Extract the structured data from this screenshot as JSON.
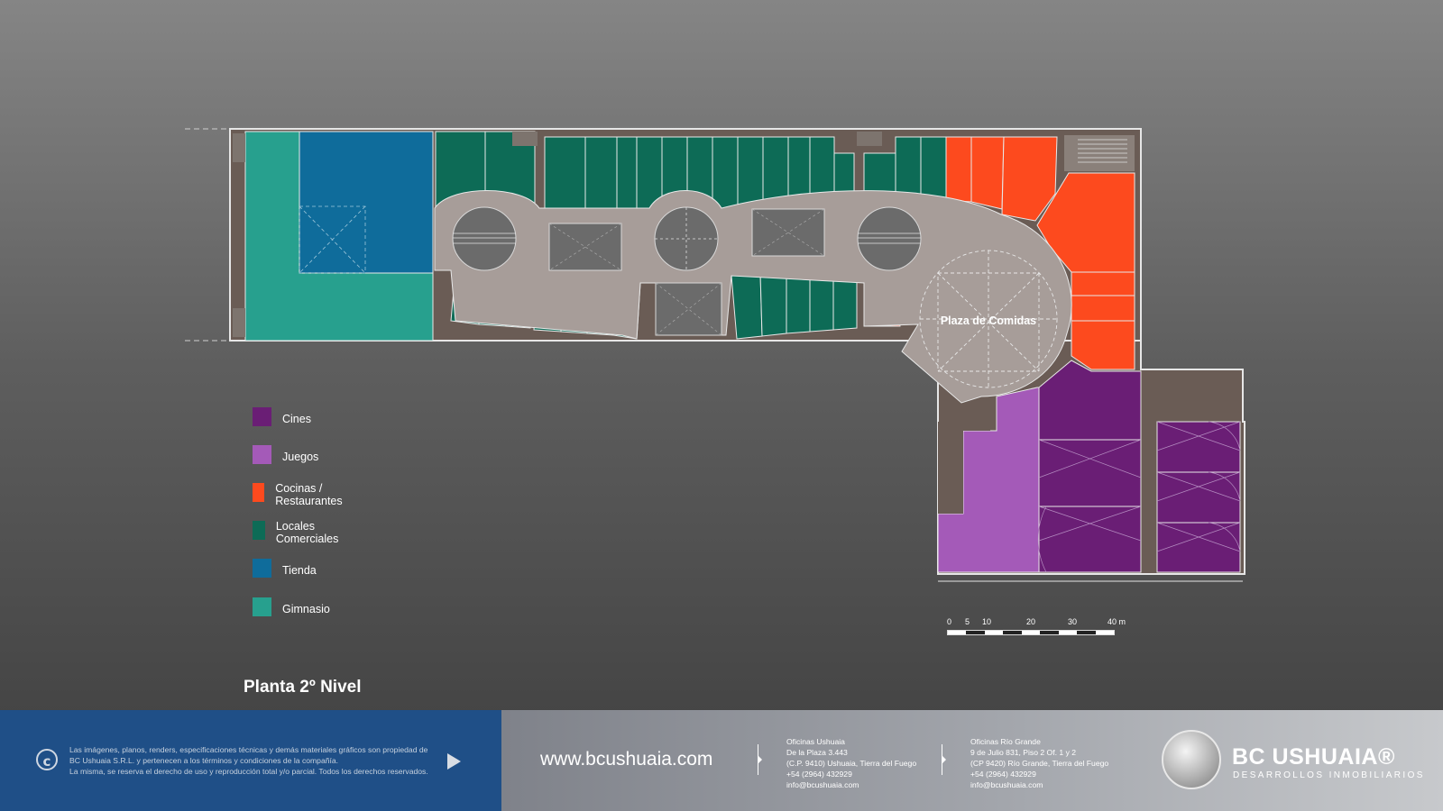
{
  "colors": {
    "cines": "#6a1e75",
    "juegos": "#a45ab8",
    "cocinas": "#fd4a1e",
    "locales": "#0d6b56",
    "tienda": "#0f6c9b",
    "gimnasio": "#27a08e",
    "corridor": "#a79d99",
    "footer_left": "#1f4f87"
  },
  "plan": {
    "food_court_label": "Plaza de Comidas"
  },
  "legend": {
    "items": [
      {
        "label": "Cines",
        "color": "#6a1e75"
      },
      {
        "label": "Juegos",
        "color": "#a45ab8"
      },
      {
        "label": "Cocinas / Restaurantes",
        "color": "#fd4a1e"
      },
      {
        "label": "Locales Comerciales",
        "color": "#0d6b56"
      },
      {
        "label": "Tienda",
        "color": "#0f6c9b"
      },
      {
        "label": "Gimnasio",
        "color": "#27a08e"
      }
    ]
  },
  "scale": {
    "ticks": [
      "0",
      "5",
      "10",
      "20",
      "30",
      "40 m"
    ]
  },
  "page_title": "Planta 2º Nivel",
  "footer": {
    "legal": [
      "Las imágenes, planos, renders, especificaciones técnicas y demás materiales gráficos son propiedad de",
      "BC Ushuaia S.R.L. y pertenecen a los términos y condiciones de la compañía.",
      "La misma, se reserva el derecho de uso y reproducción total y/o parcial. Todos los derechos reservados."
    ],
    "website": "www.bcushuaia.com",
    "offices": [
      {
        "title": "Oficinas Ushuaia",
        "lines": [
          "De la Plaza 3.443",
          "(C.P. 9410) Ushuaia, Tierra del Fuego",
          "+54 (2964) 432929",
          "info@bcushuaia.com"
        ]
      },
      {
        "title": "Oficinas Río Grande",
        "lines": [
          "9 de Julio 831, Piso 2 Of. 1 y 2",
          "(CP 9420) Río Grande, Tierra del Fuego",
          "+54 (2964) 432929",
          "info@bcushuaia.com"
        ]
      }
    ],
    "brand": "BC USHUAIA®",
    "brand_sub": "DESARROLLOS INMOBILIARIOS"
  }
}
